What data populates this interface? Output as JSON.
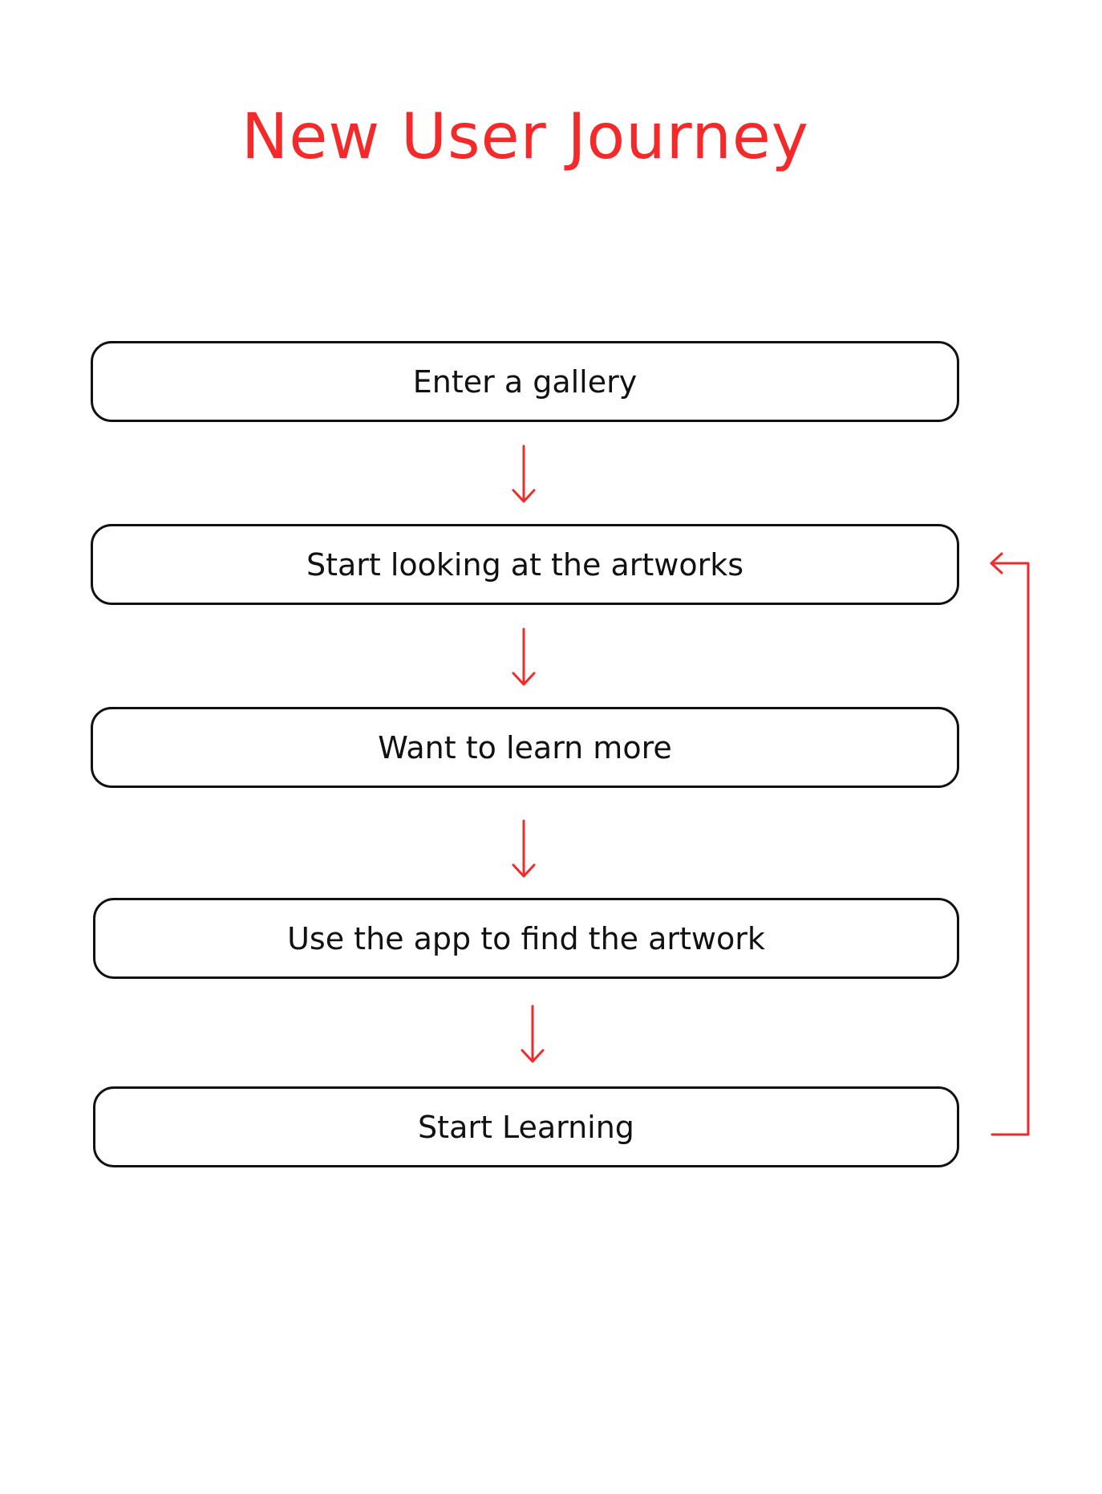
{
  "title": "New User Journey",
  "colors": {
    "accent": "#f42a2a",
    "box_border": "#111111",
    "text": "#111111",
    "background": "#ffffff"
  },
  "steps": [
    {
      "label": "Enter a gallery"
    },
    {
      "label": "Start looking at the artworks"
    },
    {
      "label": "Want to learn more"
    },
    {
      "label": "Use the app to find the artwork"
    },
    {
      "label": "Start Learning"
    }
  ],
  "connections": [
    {
      "from": 1,
      "to": 2,
      "kind": "arrow-down"
    },
    {
      "from": 2,
      "to": 3,
      "kind": "arrow-down"
    },
    {
      "from": 3,
      "to": 4,
      "kind": "arrow-down"
    },
    {
      "from": 4,
      "to": 5,
      "kind": "arrow-down"
    },
    {
      "from": 5,
      "to": 2,
      "kind": "loop-back"
    }
  ]
}
